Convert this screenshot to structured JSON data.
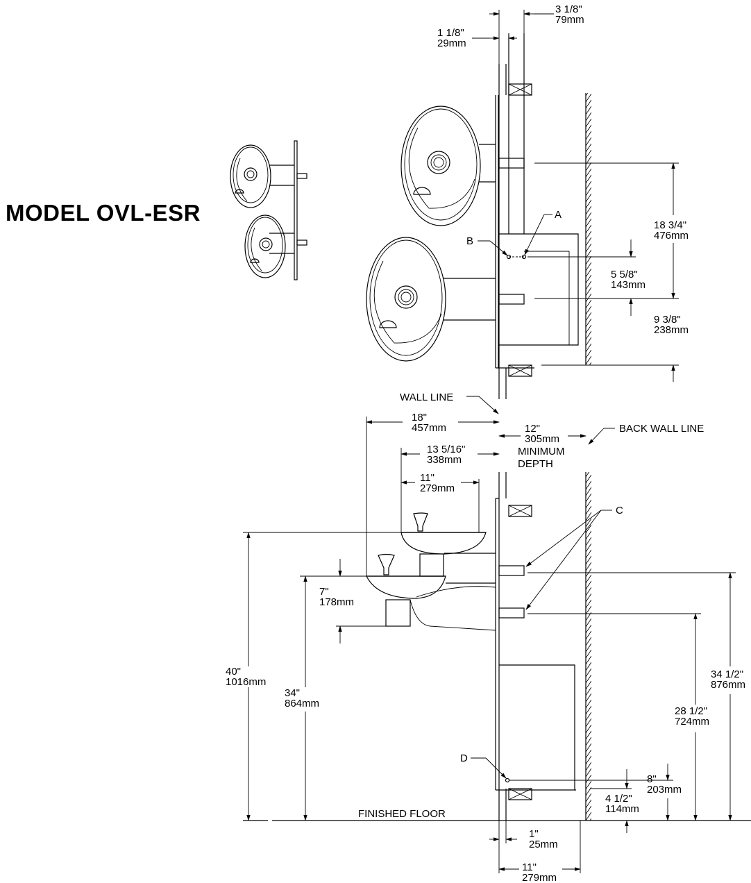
{
  "title": "MODEL OVL-ESR",
  "labels": {
    "wall_line": "WALL LINE",
    "back_wall_line": "BACK WALL LINE",
    "finished_floor": "FINISHED FLOOR",
    "minimum": "MINIMUM",
    "depth": "DEPTH",
    "callout_a": "A",
    "callout_b": "B",
    "callout_c": "C",
    "callout_d": "D"
  },
  "dimensions": {
    "d_3_1_8": {
      "in": "3 1/8\"",
      "mm": "79mm"
    },
    "d_1_1_8": {
      "in": "1 1/8\"",
      "mm": "29mm"
    },
    "d_18_3_4": {
      "in": "18 3/4\"",
      "mm": "476mm"
    },
    "d_5_5_8": {
      "in": "5 5/8\"",
      "mm": "143mm"
    },
    "d_9_3_8": {
      "in": "9 3/8\"",
      "mm": "238mm"
    },
    "d_18": {
      "in": "18\"",
      "mm": "457mm"
    },
    "d_12": {
      "in": "12\"",
      "mm": "305mm"
    },
    "d_13_5_16": {
      "in": "13 5/16\"",
      "mm": "338mm"
    },
    "d_11_top": {
      "in": "11\"",
      "mm": "279mm"
    },
    "d_7": {
      "in": "7\"",
      "mm": "178mm"
    },
    "d_40": {
      "in": "40\"",
      "mm": "1016mm"
    },
    "d_34": {
      "in": "34\"",
      "mm": "864mm"
    },
    "d_34_1_2": {
      "in": "34 1/2\"",
      "mm": "876mm"
    },
    "d_28_1_2": {
      "in": "28 1/2\"",
      "mm": "724mm"
    },
    "d_8": {
      "in": "8\"",
      "mm": "203mm"
    },
    "d_4_1_2": {
      "in": "4 1/2\"",
      "mm": "114mm"
    },
    "d_1": {
      "in": "1\"",
      "mm": "25mm"
    },
    "d_11_bottom": {
      "in": "11\"",
      "mm": "279mm"
    }
  }
}
